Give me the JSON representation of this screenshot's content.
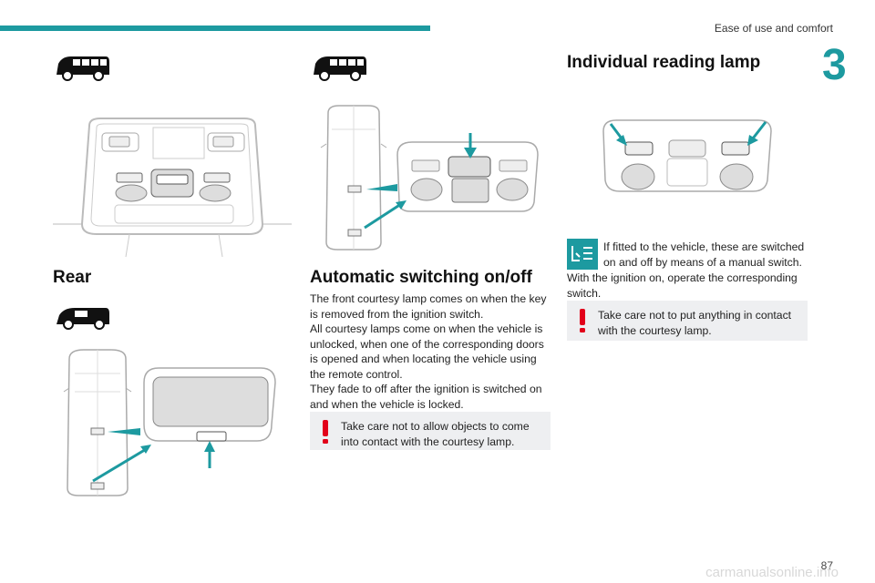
{
  "header": {
    "section_title": "Ease of use and comfort",
    "chapter_number": "3",
    "page_number": "87"
  },
  "rear": {
    "heading": "Rear"
  },
  "auto": {
    "heading": "Automatic switching on/off",
    "paragraphs": [
      "The front courtesy lamp comes on when the key is removed from the ignition switch.",
      "All courtesy lamps come on when the vehicle is unlocked, when one of the corresponding doors is opened and when locating the vehicle using the remote control.",
      "They fade to off after the ignition is switched on and when the vehicle is locked."
    ],
    "warning": "Take care not to allow objects to come into contact with the courtesy lamp."
  },
  "reading": {
    "heading": "Individual reading lamp",
    "info": "If fitted to the vehicle, these are switched on and off by means of a manual switch.",
    "paragraph": "With the ignition on, operate the corresponding switch.",
    "warning": "Take care not to put anything in contact with the courtesy lamp."
  },
  "footer": {
    "watermark": "carmanualsonline.info"
  },
  "colors": {
    "accent": "#1d9aa0",
    "warning": "#e2001a",
    "note_bg": "#eeeff1"
  },
  "icons": [
    "van-icon",
    "warning-icon",
    "info-icon"
  ]
}
